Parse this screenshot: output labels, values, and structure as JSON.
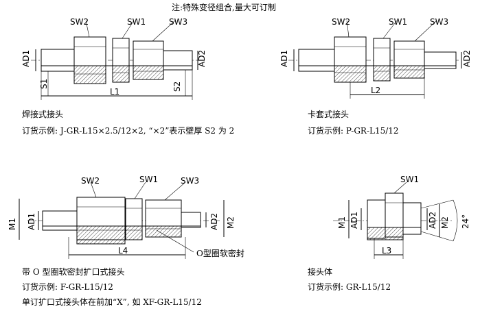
{
  "header_note": "注:特殊变径组合,量大可订制",
  "fig1": {
    "labels": {
      "sw1": "SW1",
      "sw2": "SW2",
      "sw3": "SW3",
      "ad1": "AD1",
      "ad2": "AD2",
      "s1": "S1",
      "s2": "S2",
      "l1": "L1"
    },
    "title": "焊接式接头",
    "example": "订货示例: J-GR-L15×2.5/12×2, “×2”表示壁厚 S2 为 2"
  },
  "fig2": {
    "labels": {
      "sw1": "SW1",
      "sw2": "SW2",
      "sw3": "SW3",
      "ad1": "AD1",
      "ad2": "AD2",
      "l2": "L2"
    },
    "title": "卡套式接头",
    "example": "订货示例: P-GR-L15/12"
  },
  "fig3": {
    "labels": {
      "sw1": "SW1",
      "sw2": "SW2",
      "sw3": "SW3",
      "m1": "M1",
      "ad1": "AD1",
      "ad2": "AD2",
      "m2": "M2",
      "l4": "L4",
      "oring": "O型圈软密封"
    },
    "title": "带 O 型圈软密封扩口式接头",
    "example": "订货示例: F-GR-L15/12",
    "note": "单订扩口式接头体在前加“X”, 如 XF-GR-L15/12"
  },
  "fig4": {
    "labels": {
      "sw1": "SW1",
      "m1": "M1",
      "ad1": "AD1",
      "ad2": "AD2",
      "m2": "M2",
      "l3": "L3",
      "angle": "24°"
    },
    "title": "接头体",
    "example": "订货示例: GR-L15/12"
  }
}
